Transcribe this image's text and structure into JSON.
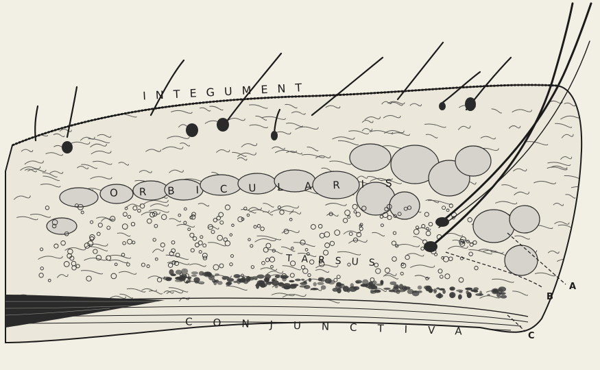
{
  "labels": {
    "integument": "INTEGUMENT",
    "orbicularis": "ORBICULARIS",
    "tarsus": "TARSUS",
    "conjunctiva": "CONJUNCTIVA"
  },
  "markers": {
    "a": "A",
    "b": "B",
    "c": "C"
  },
  "colors": {
    "paper": "#f2efe4",
    "ink": "#1b1b1b",
    "muscle": "#d6d3cc"
  }
}
